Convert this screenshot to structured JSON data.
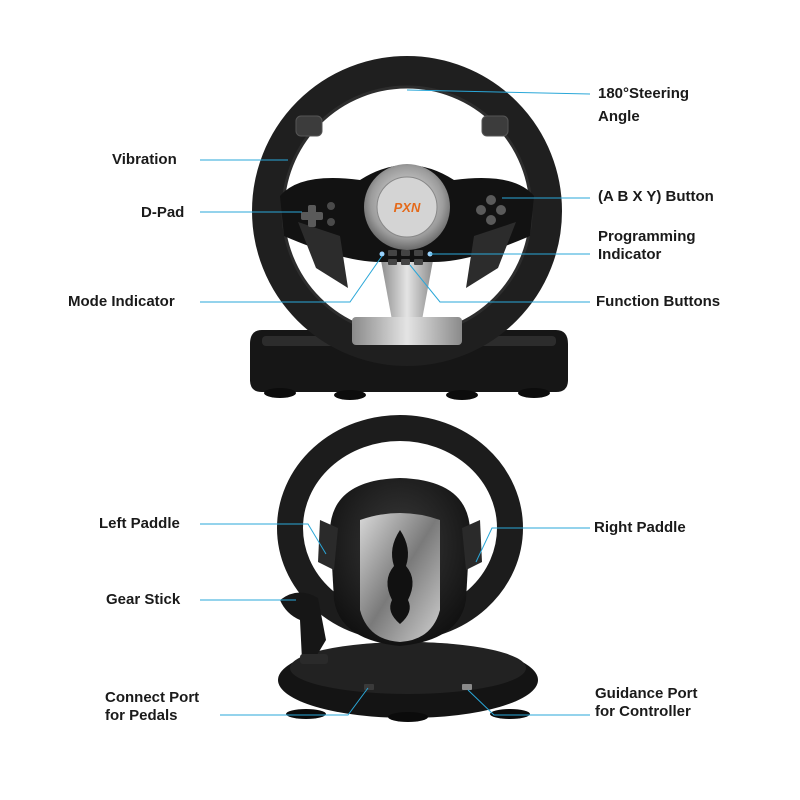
{
  "brand_logo_text": "PXN",
  "colors": {
    "leader_line": "#2aa7d8",
    "wheel_body": "#111111",
    "grip": "#1e1e1e",
    "metal": "#b8b8b8",
    "logo": "#e46a1b",
    "text": "#1a1a1a"
  },
  "top_view": {
    "labels": {
      "steering_angle_line1": "180°Steering",
      "steering_angle_line2": "Angle",
      "vibration": "Vibration",
      "abxy_button": "(A B X Y) Button",
      "d_pad": "D-Pad",
      "programming_indicator_line1": "Programming",
      "programming_indicator_line2": "Indicator",
      "mode_indicator": "Mode Indicator",
      "function_buttons": "Function Buttons"
    }
  },
  "rear_view": {
    "labels": {
      "left_paddle": "Left Paddle",
      "right_paddle": "Right Paddle",
      "gear_stick": "Gear Stick",
      "connect_port_line1": "Connect Port",
      "connect_port_line2": "for Pedals",
      "guidance_port_line1": "Guidance Port",
      "guidance_port_line2": "for Controller"
    }
  }
}
